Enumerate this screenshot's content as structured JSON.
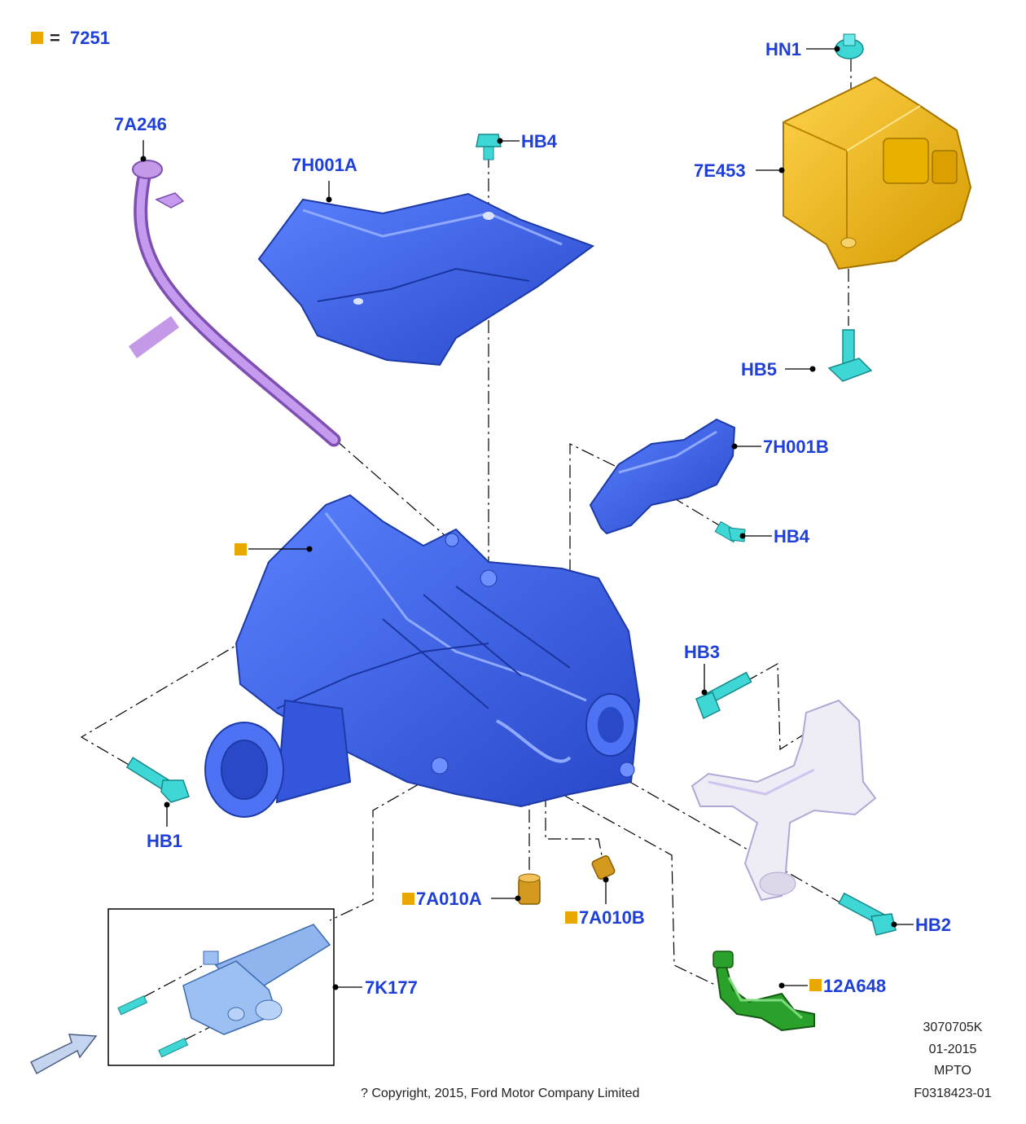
{
  "legend": {
    "swatch_color": "#e8a800",
    "equals": "=",
    "code": "7251"
  },
  "colors": {
    "label": "#1e3fd8",
    "housing": "#3a62e8",
    "fastener": "#3fd6d6",
    "module": "#e7b100",
    "tube": "#b07ad8",
    "bracket": "#d9d6e6",
    "pipe": "#2aa12a",
    "plug": "#d49a20"
  },
  "parts": {
    "dipstick_tube": "7A246",
    "heat_shield_a": "7H001A",
    "bolt_hb4_top": "HB4",
    "nut_hn1": "HN1",
    "control_module": "7E453",
    "stud_hb5": "HB5",
    "heat_shield_b": "7H001B",
    "bolt_hb4_right": "HB4",
    "bolt_hb3": "HB3",
    "bolt_hb1": "HB1",
    "plug_a": "7A010A",
    "plug_b": "7A010B",
    "bolt_hb2": "HB2",
    "tube_12a648": "12A648",
    "actuator": "7K177"
  },
  "footer": {
    "drawing_number": "3070705K",
    "date": "01-2015",
    "model": "MPTO",
    "ref": "F0318423-01",
    "copyright": "? Copyright, 2015, Ford Motor Company Limited"
  }
}
